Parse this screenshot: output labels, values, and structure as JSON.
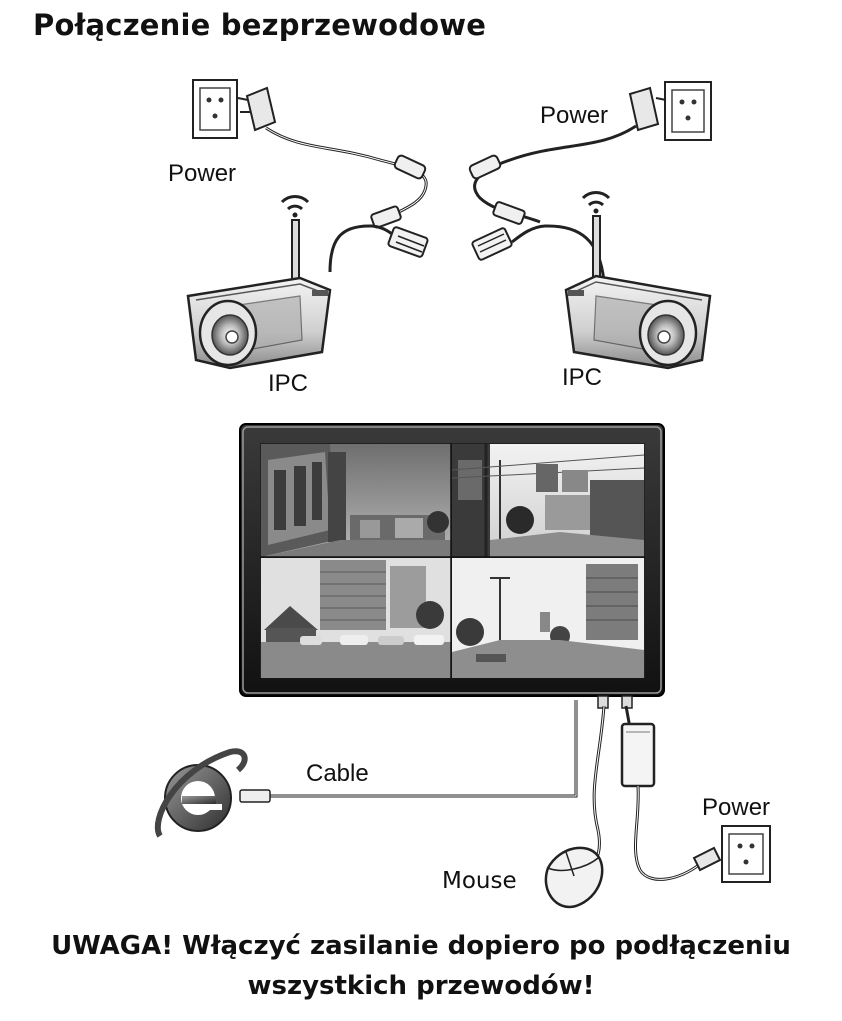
{
  "title": "Połączenie bezprzewodowe",
  "labels": {
    "power_left": "Power",
    "power_right": "Power",
    "ipc_left": "IPC",
    "ipc_right": "IPC",
    "cable": "Cable",
    "power_bottom": "Power",
    "mouse": "Mouse"
  },
  "warning": {
    "line1": "UWAGA! Włączyć zasilanie dopiero po podłączeniu",
    "line2": "wszystkich przewodów!"
  }
}
